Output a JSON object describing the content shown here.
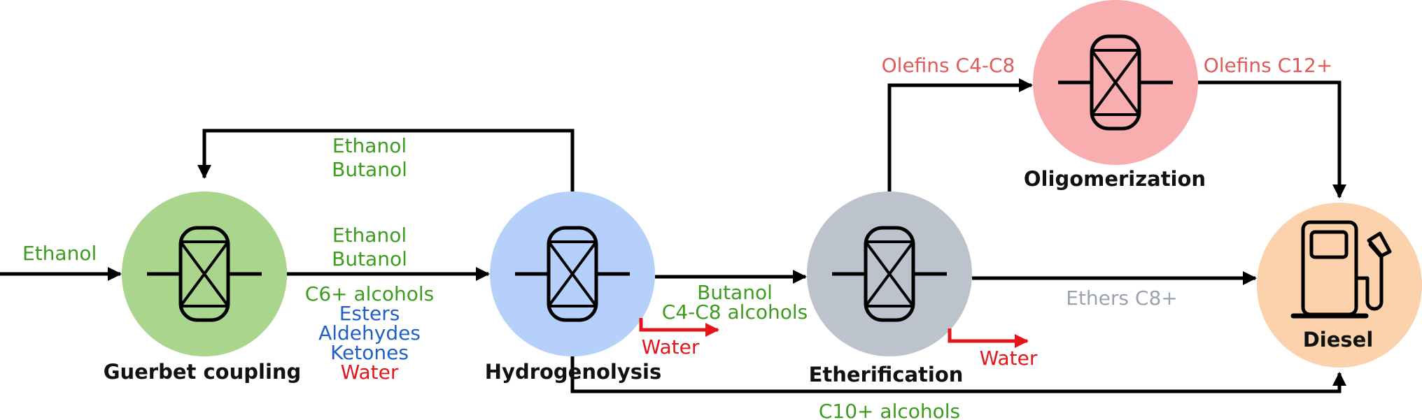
{
  "colors": {
    "green": "#3c9c1d",
    "blue": "#1f5fc8",
    "red": "#e3161c",
    "salmon": "#e05a5a",
    "gray": "#9aa3ad",
    "line": "#000000",
    "guerbet_fill": "#a9d58c",
    "hydro_fill": "#b4d0fb",
    "ether_fill": "#bcc3cc",
    "oligo_fill": "#f8aeae",
    "diesel_fill": "#fbd2ab"
  },
  "units": {
    "guerbet": {
      "title": "Guerbet coupling",
      "icon": "reactor-icon"
    },
    "hydrogenolysis": {
      "title": "Hydrogenolysis",
      "icon": "reactor-icon"
    },
    "etherification": {
      "title": "Etherification",
      "icon": "reactor-icon"
    },
    "oligomerization": {
      "title": "Oligomerization",
      "icon": "reactor-icon"
    },
    "diesel": {
      "title": "Diesel",
      "icon": "fuel-pump-icon"
    }
  },
  "streams": {
    "feed": "Ethanol",
    "recycle": {
      "line1": "Ethanol",
      "line2": "Butanol"
    },
    "guerbet_out": {
      "line1": "Ethanol",
      "line2": "Butanol",
      "line3": "C6+ alcohols",
      "line4": "Esters",
      "line5": "Aldehydes",
      "line6": "Ketones",
      "line7": "Water"
    },
    "hydro_out": {
      "line1": "Butanol",
      "line2": "C4-C8 alcohols"
    },
    "hydro_water": "Water",
    "ether_water": "Water",
    "olefins_in": "Olefins C4-C8",
    "olefins_out": "Olefins C12+",
    "ethers": "Ethers C8+",
    "c10": "C10+ alcohols"
  }
}
